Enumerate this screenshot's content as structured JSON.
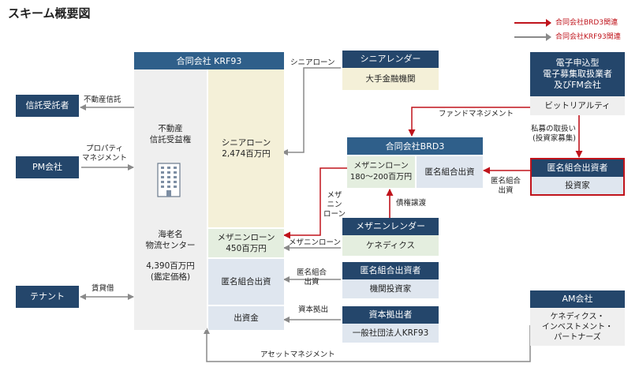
{
  "title": "スキーム概要図",
  "legend": [
    {
      "label": "合同会社BRD3関連",
      "color": "#c0141c"
    },
    {
      "label": "合同会社KRF93関連",
      "color": "#8a8a8a"
    }
  ],
  "krf93": {
    "header": "合同会社 KRF93",
    "asset_label": "不動産\n信託受益権",
    "property_name": "海老名\n物流センター",
    "appraisal": "4,390百万円\n(鑑定価格)",
    "senior_loan": "シニアローン\n2,474百万円",
    "mezz_loan": "メザニンローン\n450百万円",
    "tk_equity": "匿名組合出資",
    "capital": "出資金"
  },
  "brd3": {
    "header": "合同会社BRD3",
    "mezz_loan": "メザニンローン\n180～200百万円",
    "tk_equity": "匿名組合出資"
  },
  "parties": {
    "trustee": "信託受託者",
    "pm": "PM会社",
    "tenant": "テナント",
    "senior_lender_header": "シニアレンダー",
    "senior_lender_name": "大手金融機関",
    "mezz_lender_header": "メザニンレンダー",
    "mezz_lender_name": "ケネディクス",
    "tk_investor_header": "匿名組合出資者",
    "tk_investor_name": "機関投資家",
    "capital_provider_header": "資本拠出者",
    "capital_provider_name": "一般社団法人KRF93",
    "platform_header": "電子申込型\n電子募集取扱業者\n及びFM会社",
    "platform_name": "ビットリアルティ",
    "brd3_investor_header": "匿名組合出資者",
    "brd3_investor_name": "投資家",
    "am_header": "AM会社",
    "am_name": "ケネディクス・\nインベストメント・\nパートナーズ"
  },
  "flows": {
    "trust": "不動産信託",
    "pm": "プロパティ\nマネジメント",
    "lease": "賃貸借",
    "senior": "シニアローン",
    "mezz": "メザニンローン",
    "mezz_v": "メザ\nニン\nローン",
    "assign": "債権譲渡",
    "tk": "匿名組合\n出資",
    "capital": "資本拠出",
    "fund_mgmt": "ファンドマネジメント",
    "private": "私募の取扱い\n(投資家募集)",
    "brd3_tk": "匿名組合\n出資",
    "asset_mgmt": "アセットマネジメント"
  }
}
